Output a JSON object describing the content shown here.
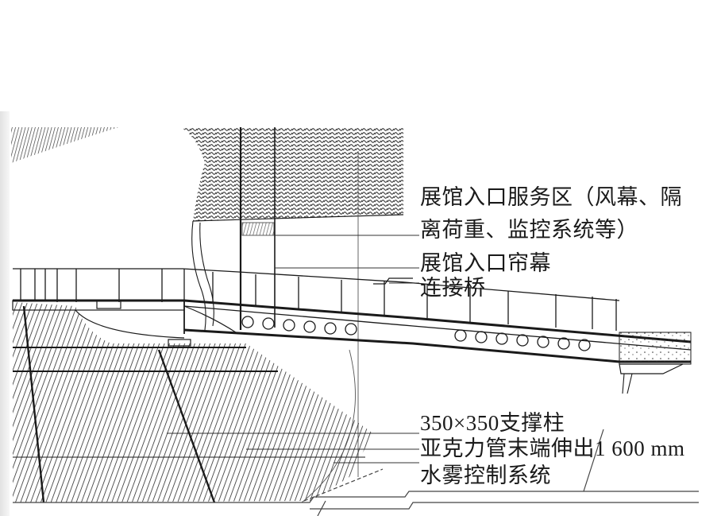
{
  "diagram": {
    "type": "architectural-section",
    "colors": {
      "ink": "#1a1a1a",
      "paper": "#ffffff",
      "edge_shadow": "#e2e2e2"
    },
    "labels": [
      {
        "id": "service-zone",
        "lines": [
          "展馆入口服务区（风幕、隔",
          "离荷重、监控系统等）"
        ]
      },
      {
        "id": "entrance-curtain",
        "lines": [
          "展馆入口帘幕"
        ]
      },
      {
        "id": "connecting-bridge",
        "lines": [
          "连接桥"
        ]
      },
      {
        "id": "support-column",
        "lines": [
          "350×350支撑柱"
        ]
      },
      {
        "id": "acrylic-tube",
        "lines": [
          "亚克力管末端伸出1 600 mm"
        ]
      },
      {
        "id": "water-mist",
        "lines": [
          "水雾控制系统"
        ]
      }
    ]
  }
}
